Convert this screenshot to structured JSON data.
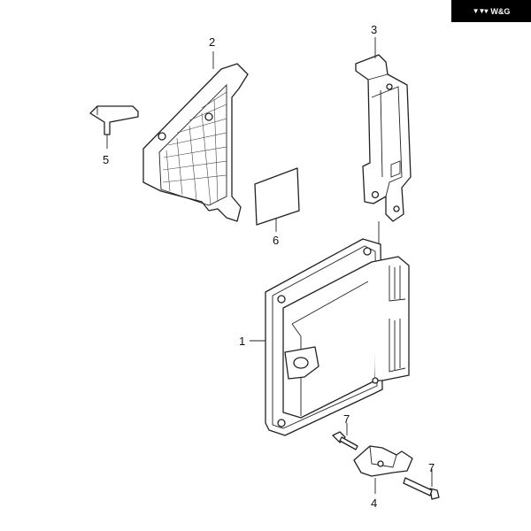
{
  "brand": {
    "text": "W&G",
    "mark": "▼▼▾"
  },
  "labels": {
    "p1": "1",
    "p2": "2",
    "p3": "3",
    "p4": "4",
    "p5": "5",
    "p6": "6",
    "p7a": "7",
    "p7b": "7"
  }
}
